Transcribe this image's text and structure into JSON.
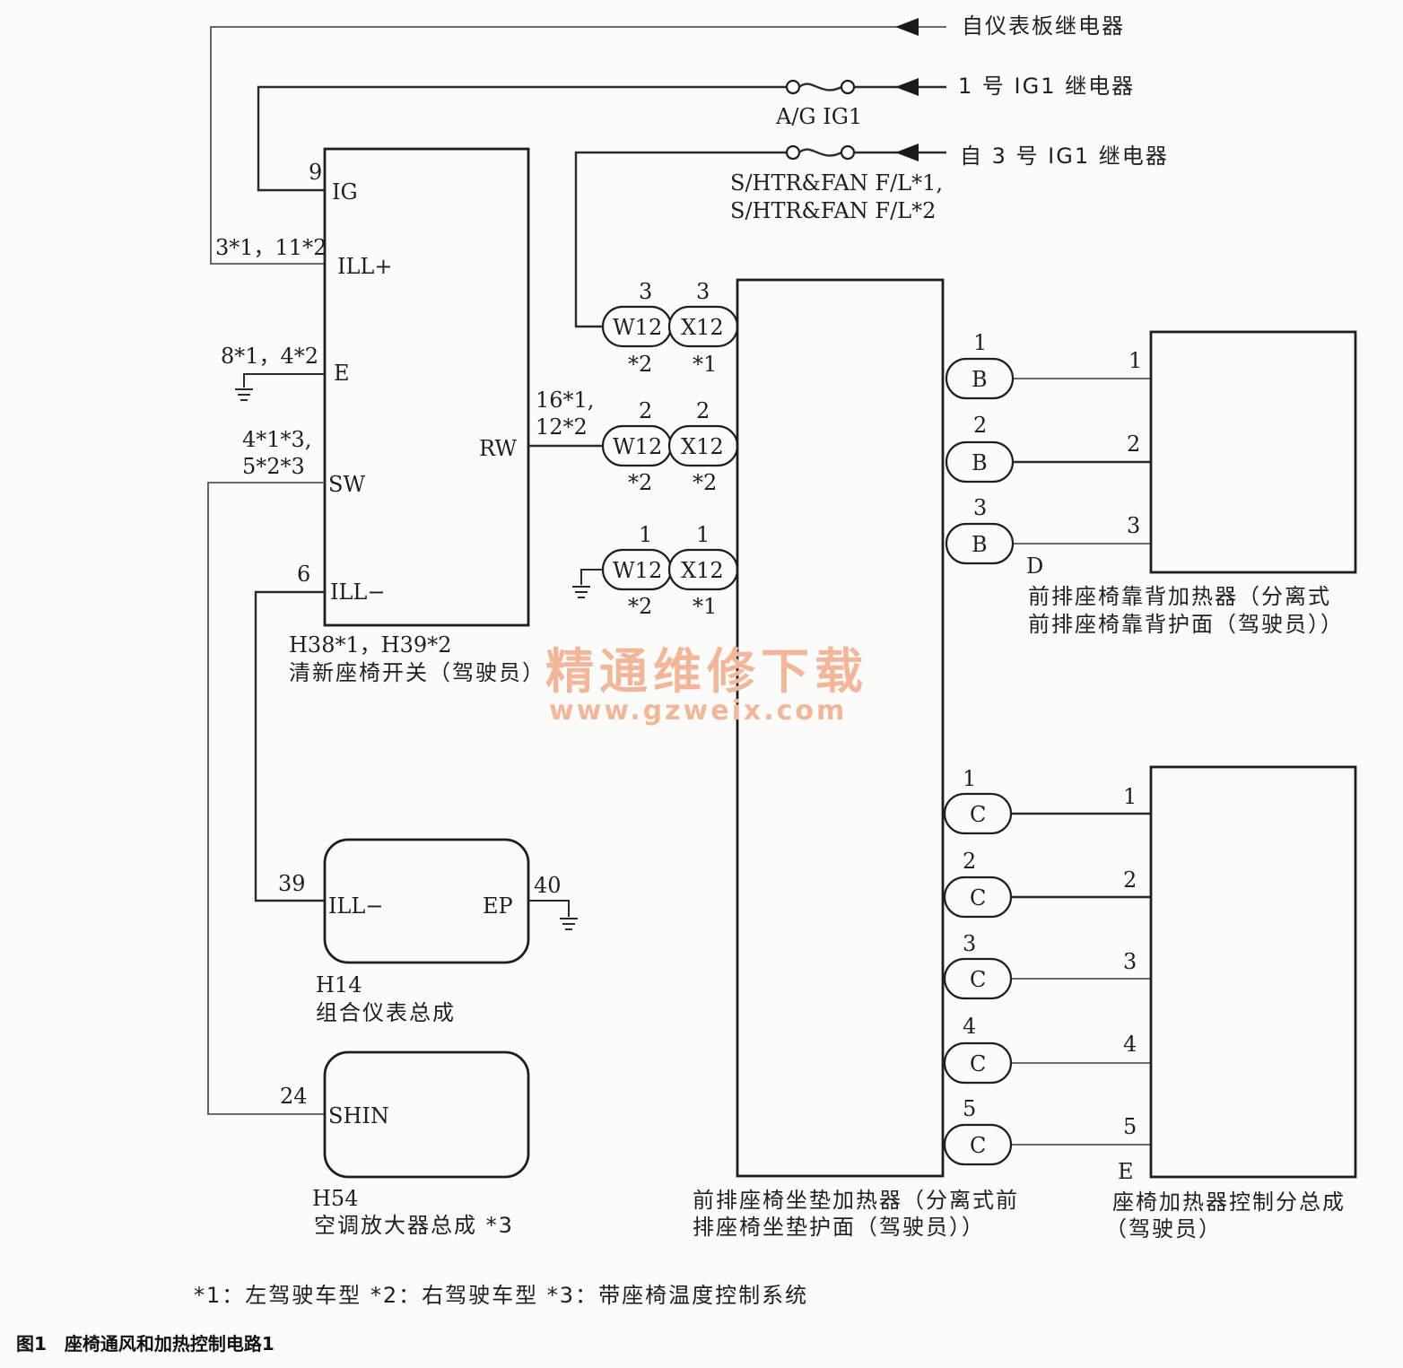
{
  "sources": {
    "panel_relay": "自仪表板继电器",
    "ig1_relay_1": "1 号 IG1 继电器",
    "ig1_relay_3": "自 3 号 IG1 继电器"
  },
  "fuses": {
    "ag_ig1": "A/G IG1",
    "shtr_line1": "S/HTR&FAN F/L*1,",
    "shtr_line2": "S/HTR&FAN F/L*2"
  },
  "switch": {
    "pins": {
      "ig_num": "9",
      "ig": "IG",
      "illp_num": "3*1，11*2",
      "illp": "ILL+",
      "e_num": "8*1，4*2",
      "e": "E",
      "sw_num1": "4*1*3,",
      "sw_num2": "5*2*3",
      "sw": "SW",
      "illm_num": "6",
      "illm": "ILL−",
      "rw_num1": "16*1,",
      "rw_num2": "12*2",
      "rw": "RW"
    },
    "id": "H38*1，H39*2",
    "name": "清新座椅开关（驾驶员）"
  },
  "connectors": {
    "row1": {
      "w": "W12",
      "x": "X12",
      "w_pin": "3",
      "x_pin": "3",
      "w_note": "*2",
      "x_note": "*1"
    },
    "row2": {
      "w": "W12",
      "x": "X12",
      "w_pin": "2",
      "x_pin": "2",
      "w_note": "*2",
      "x_note": "*2"
    },
    "row3": {
      "w": "W12",
      "x": "X12",
      "w_pin": "1",
      "x_pin": "1",
      "w_note": "*2",
      "x_note": "*1"
    }
  },
  "meter": {
    "pins": {
      "illm_num": "39",
      "illm": "ILL−",
      "ep_num": "40",
      "ep": "EP"
    },
    "id": "H14",
    "name": "组合仪表总成"
  },
  "amp": {
    "pins": {
      "shin_num": "24",
      "shin": "SHIN"
    },
    "id": "H54",
    "name": "空调放大器总成 *3"
  },
  "b_connectors": [
    {
      "pin": "1",
      "label": "B",
      "target_pin": "1"
    },
    {
      "pin": "2",
      "label": "B",
      "target_pin": "2"
    },
    {
      "pin": "3",
      "label": "B",
      "target_pin": "3"
    }
  ],
  "c_connectors": [
    {
      "pin": "1",
      "label": "C",
      "target_pin": "1"
    },
    {
      "pin": "2",
      "label": "C",
      "target_pin": "2"
    },
    {
      "pin": "3",
      "label": "C",
      "target_pin": "3"
    },
    {
      "pin": "4",
      "label": "C",
      "target_pin": "4"
    },
    {
      "pin": "5",
      "label": "C",
      "target_pin": "5"
    }
  ],
  "cushion_heater": {
    "line1": "前排座椅坐垫加热器（分离式前",
    "line2": "排座椅坐垫护面（驾驶员））"
  },
  "back_heater": {
    "id": "D",
    "line1": "前排座椅靠背加热器（分离式",
    "line2": "前排座椅靠背护面（驾驶员））"
  },
  "controller": {
    "id": "E",
    "line1": "座椅加热器控制分总成",
    "line2": "（驾驶员）"
  },
  "watermark": {
    "title": "精通维修下载",
    "url": "www.gzweix.com"
  },
  "notes": "*1：左驾驶车型 *2：右驾驶车型 *3：带座椅温度控制系统",
  "caption": "图1　座椅通风和加热控制电路1"
}
